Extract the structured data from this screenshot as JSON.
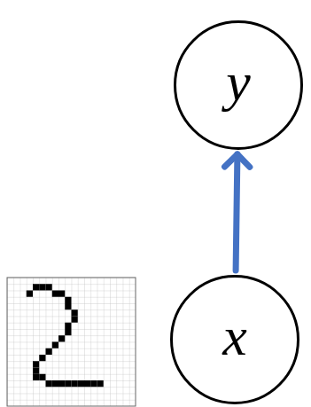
{
  "diagram": {
    "nodes": [
      {
        "text": [
          "y"
        ]
      },
      {
        "text": [
          "x"
        ]
      }
    ],
    "edges": [
      {
        "from": 1,
        "to": 0,
        "arrow": "to"
      }
    ]
  }
}
